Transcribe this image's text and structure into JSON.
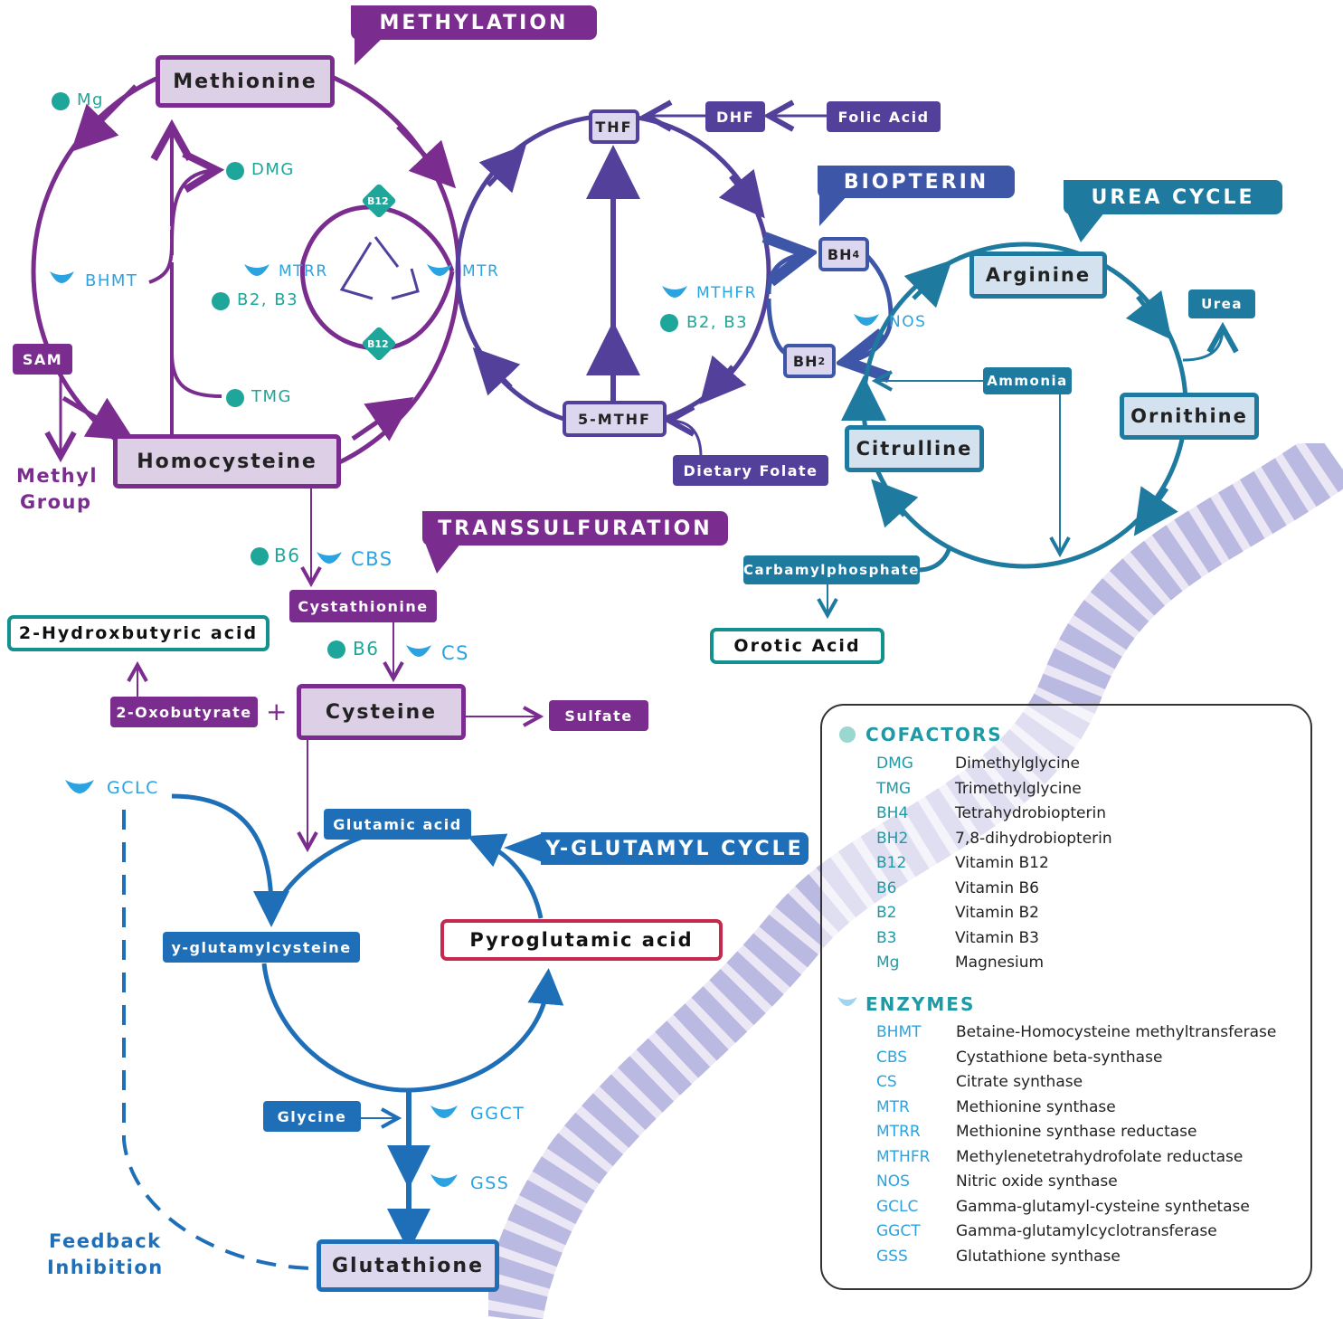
{
  "colors": {
    "methyl": "#7b2d8f",
    "methylFill": "#ddd0e6",
    "folate": "#52409b",
    "folateFill": "#dcd6ee",
    "biopterin": "#3d56a8",
    "urea": "#1f7aa0",
    "ureaFill": "#d3e2ee",
    "glut": "#1f6fb8",
    "teal": "#1e9aa6",
    "cofactor": "#1fa69a",
    "enzyme": "#2aa3e0",
    "outTeal": "#13918f",
    "outRed": "#c42a4d",
    "dna": "#8a8ec8"
  },
  "banners": {
    "methylation": "METHYLATION",
    "biopterin": "BIOPTERIN",
    "urea": "UREA CYCLE",
    "transsulfuration": "TRANSSULFURATION",
    "glutamyl": "Y-GLUTAMYL CYCLE"
  },
  "nodes": {
    "methionine": "Methionine",
    "homocysteine": "Homocysteine",
    "thf": "THF",
    "mthf5": "5-MTHF",
    "dhf": "DHF",
    "folic": "Folic Acid",
    "dietary": "Dietary Folate",
    "bh4": "BH",
    "bh4sub": "4",
    "bh2": "BH",
    "bh2sub": "2",
    "arginine": "Arginine",
    "ornithine": "Ornithine",
    "citrulline": "Citrulline",
    "urea": "Urea",
    "ammonia": "Ammonia",
    "carbamyl": "Carbamylphosphate",
    "cystathionine": "Cystathionine",
    "cysteine": "Cysteine",
    "oxobutyrate": "2-Oxobutyrate",
    "plus": "+",
    "sulfate": "Sulfate",
    "sam": "SAM",
    "glutamic": "Glutamic acid",
    "glutamylcysteine": "y-glutamylcysteine",
    "glycine": "Glycine",
    "glutathione": "Glutathione"
  },
  "outputs": {
    "hydroxbutyric": "2-Hydroxbutyric acid",
    "orotic": "Orotic Acid",
    "pyroglutamic": "Pyroglutamic acid"
  },
  "labels": {
    "mg": "Mg",
    "dmg": "DMG",
    "tmg": "TMG",
    "bhmt": "BHMT",
    "mtrr": "MTRR",
    "b2b3a": "B2, B3",
    "mtr": "MTR",
    "b12": "B12",
    "mthfr": "MTHFR",
    "b2b3b": "B2, B3",
    "nos": "NOS",
    "methylGroup1": "Methyl",
    "methylGroup2": "Group",
    "b6a": "B6",
    "cbs": "CBS",
    "b6b": "B6",
    "cs": "CS",
    "gclc": "GCLC",
    "ggct": "GGCT",
    "gss": "GSS",
    "feedback1": "Feedback",
    "feedback2": "Inhibition"
  },
  "legend": {
    "cofactorsTitle": "COFACTORS",
    "cofactors": [
      {
        "abbr": "DMG",
        "name": "Dimethylglycine"
      },
      {
        "abbr": "TMG",
        "name": "Trimethylglycine"
      },
      {
        "abbr": "BH4",
        "name": "Tetrahydrobiopterin"
      },
      {
        "abbr": "BH2",
        "name": "7,8-dihydrobiopterin"
      },
      {
        "abbr": "B12",
        "name": "Vitamin B12"
      },
      {
        "abbr": "B6",
        "name": "Vitamin B6"
      },
      {
        "abbr": "B2",
        "name": "Vitamin B2"
      },
      {
        "abbr": "B3",
        "name": "Vitamin B3"
      },
      {
        "abbr": "Mg",
        "name": "Magnesium"
      }
    ],
    "enzymesTitle": "ENZYMES",
    "enzymes": [
      {
        "abbr": "BHMT",
        "name": "Betaine-Homocysteine methyltransferase"
      },
      {
        "abbr": "CBS",
        "name": "Cystathione beta-synthase"
      },
      {
        "abbr": "CS",
        "name": "Citrate synthase"
      },
      {
        "abbr": "MTR",
        "name": "Methionine synthase"
      },
      {
        "abbr": "MTRR",
        "name": "Methionine synthase reductase"
      },
      {
        "abbr": "MTHFR",
        "name": "Methylenetetrahydrofolate reductase"
      },
      {
        "abbr": "NOS",
        "name": "Nitric oxide synthase"
      },
      {
        "abbr": "GCLC",
        "name": "Gamma-glutamyl-cysteine synthetase"
      },
      {
        "abbr": "GGCT",
        "name": "Gamma-glutamylcyclotransferase"
      },
      {
        "abbr": "GSS",
        "name": "Glutathione synthase"
      }
    ]
  }
}
